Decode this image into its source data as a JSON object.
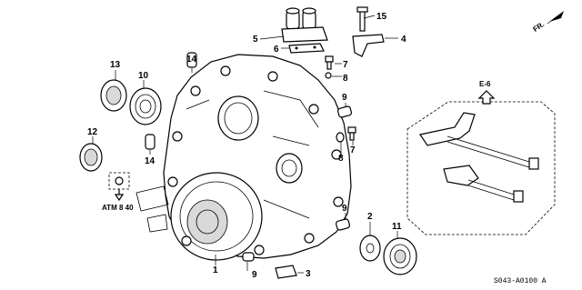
{
  "callouts": {
    "c1": "1",
    "c2": "2",
    "c3": "3",
    "c4": "4",
    "c5": "5",
    "c6": "6",
    "c7a": "7",
    "c7b": "7",
    "c8a": "8",
    "c8b": "8",
    "c9a": "9",
    "c9b": "9",
    "c9c": "9",
    "c10": "10",
    "c11": "11",
    "c12": "12",
    "c13": "13",
    "c14a": "14",
    "c14b": "14",
    "c15": "15"
  },
  "references": {
    "e6": "E-6",
    "atm": "ATM 8 40",
    "fr": "FR."
  },
  "diagram_code": "S043-A0100 A",
  "icons": {
    "front_arrow": "front-direction-arrow-icon",
    "ref_arrow_up": "arrow-up-icon",
    "ref_arrow_down": "arrow-down-icon"
  }
}
